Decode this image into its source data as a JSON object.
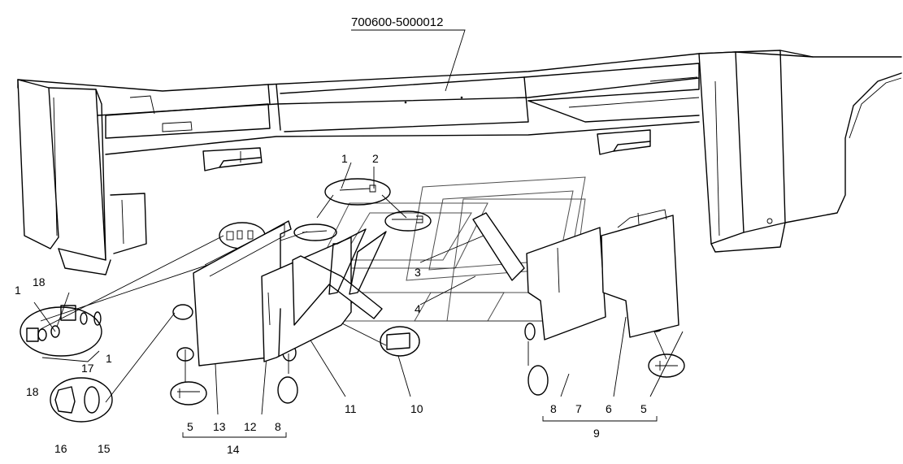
{
  "assembly_number": "700600-5000012",
  "callouts": [
    "1",
    "2",
    "3",
    "4",
    "5",
    "6",
    "7",
    "8",
    "9",
    "10",
    "11",
    "12",
    "13",
    "14",
    "15",
    "16",
    "17",
    "18"
  ],
  "group_labels": {
    "group_left": "14",
    "group_right": "9"
  }
}
